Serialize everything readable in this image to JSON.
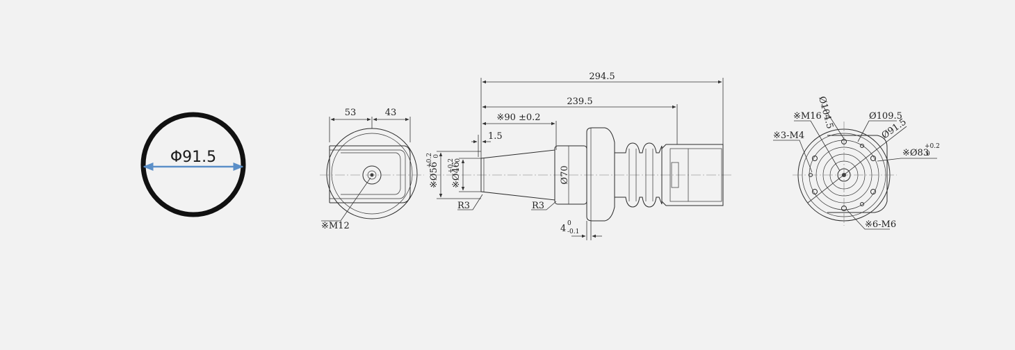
{
  "diameter_view": {
    "label": "Φ91.5",
    "arrow_color": "#5b8fc8"
  },
  "side_view": {
    "dim_top_left": "53",
    "dim_top_right": "43",
    "thread_note": "※M12"
  },
  "front_view": {
    "overall_length": "294.5",
    "length_2": "239.5",
    "length_3": "※90 ±0.2",
    "offset": "1.5",
    "dia_56": "※Ø56",
    "dia_56_tol_upper": "+0.2",
    "dia_56_tol_lower": "0",
    "dia_46": "※Ø46",
    "dia_46_tol_upper": "+0.2",
    "dia_46_tol_lower": "0",
    "dia_70": "Ø70",
    "radius_1": "R3",
    "radius_2": "R3",
    "flange_thickness": "4",
    "flange_tol_upper": "0",
    "flange_tol_lower": "-0.1"
  },
  "end_view": {
    "thread_m16": "※M16",
    "pcd_104": "Ø104.5",
    "dia_109": "Ø109.5",
    "holes_m4": "※3-M4",
    "dia_91": "Ø91.5",
    "dia_83": "※Ø83",
    "dia_83_tol_upper": "+0.2",
    "dia_83_tol_lower": "0",
    "holes_m6": "※6-M6"
  }
}
